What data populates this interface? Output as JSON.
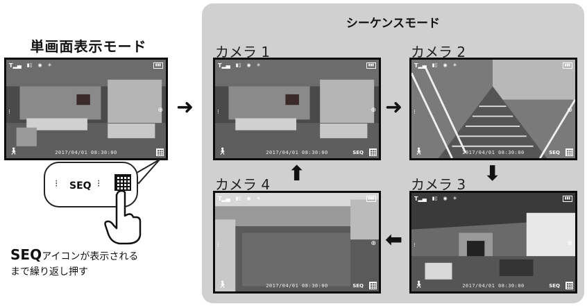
{
  "single_view": {
    "title": "単画面表示モード",
    "screen": {
      "timestamp": "2017/04/01 08:30:00"
    }
  },
  "sequence_panel": {
    "title": "シーケンスモード",
    "cameras": [
      {
        "label": "カメラ 1",
        "timestamp": "2017/04/01 08:30:00",
        "seq": "SEQ"
      },
      {
        "label": "カメラ 2",
        "timestamp": "2017/04/01 08:30:00",
        "seq": "SEQ"
      },
      {
        "label": "カメラ 3",
        "timestamp": "2017/04/01 08:30:00",
        "seq": "SEQ"
      },
      {
        "label": "カメラ 4",
        "timestamp": "2017/04/01 08:30:00",
        "seq": "SEQ"
      }
    ]
  },
  "callout": {
    "seq_label": "SEQ"
  },
  "instruction": {
    "bold": "SEQ",
    "line1_rest": "アイコンが表示される",
    "line2": "まで繰り返し押す"
  },
  "icons": [
    "signal-icon",
    "sd-card-icon",
    "camera-icon",
    "light-icon",
    "battery-icon",
    "walk-icon",
    "zoom-icon",
    "grid-icon",
    "hand-pointer-icon"
  ]
}
